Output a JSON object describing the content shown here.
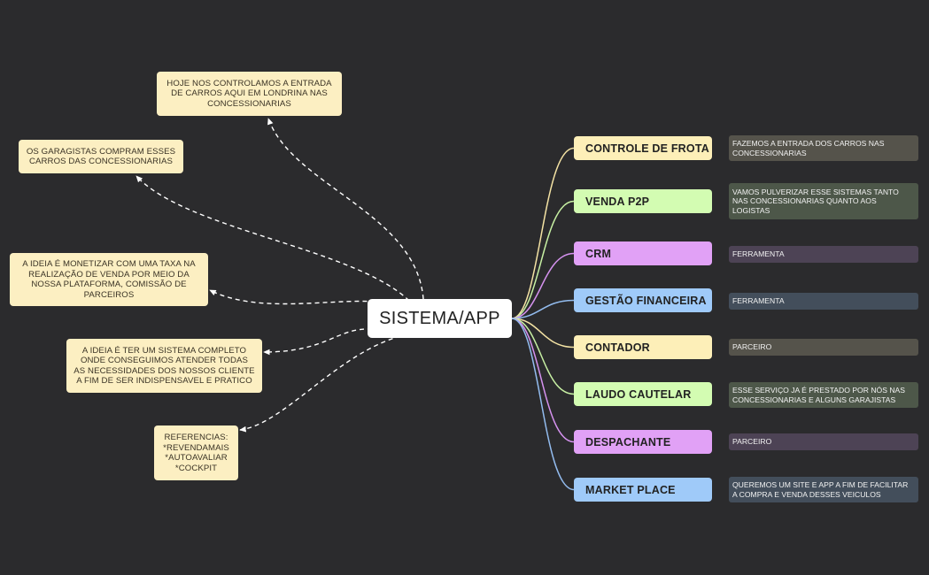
{
  "central": {
    "label": "SISTEMA/APP"
  },
  "notes": [
    {
      "id": "note-controle",
      "text": "HOJE NOS CONTROLAMOS A ENTRADA\nDE CARROS AQUI EM LONDRINA NAS\nCONCESSIONARIAS"
    },
    {
      "id": "note-garagistas",
      "text": "OS GARAGISTAS COMPRAM ESSES\nCARROS DAS CONCESSIONARIAS"
    },
    {
      "id": "note-monetizar",
      "text": "A IDEIA É MONETIZAR COM UMA TAXA NA\nREALIZAÇÃO DE VENDA POR MEIO DA\nNOSSA PLATAFORMA, COMISSÃO DE\nPARCEIROS"
    },
    {
      "id": "note-sistema-completo",
      "text": "A IDEIA É TER UM SISTEMA COMPLETO\nONDE CONSEGUIMOS ATENDER TODAS\nAS NECESSIDADES DOS NOSSOS CLIENTE\nA FIM DE SER INDISPENSAVEL E PRATICO"
    },
    {
      "id": "note-referencias",
      "text": "REFERENCIAS:\n*REVENDAMAIS\n*AUTOAVALIAR\n*COCKPIT"
    }
  ],
  "branches": [
    {
      "label": "CONTROLE DE FROTA",
      "color": "#fdefb8",
      "line": "#f4e3a4",
      "desc": "FAZEMOS A ENTRADA DOS CARROS NAS\nCONCESSIONARIAS",
      "desc_bg": "#55534b"
    },
    {
      "label": "VENDA P2P",
      "color": "#d3fcb2",
      "line": "#c7f0a3",
      "desc": "VAMOS PULVERIZAR ESSE SISTEMAS TANTO\nNAS CONCESSIONARIAS QUANTO AOS\nLOGISTAS",
      "desc_bg": "#4d5749"
    },
    {
      "label": "CRM",
      "color": "#e1a1f6",
      "line": "#d592ef",
      "desc": "FERRAMENTA",
      "desc_bg": "#4d4355"
    },
    {
      "label": "GESTÃO FINANCEIRA",
      "color": "#9fcaf9",
      "line": "#93bcef",
      "desc": "FERRAMENTA",
      "desc_bg": "#434e5b"
    },
    {
      "label": "CONTADOR",
      "color": "#fdefb8",
      "line": "#f4e3a4",
      "desc": "PARCEIRO",
      "desc_bg": "#55534b"
    },
    {
      "label": "LAUDO CAUTELAR",
      "color": "#d3fcb2",
      "line": "#c7f0a3",
      "desc": "ESSE SERVIÇO JA É PRESTADO POR NÓS NAS\nCONCESSIONARIAS E ALGUNS GARAJISTAS",
      "desc_bg": "#4d5749"
    },
    {
      "label": "DESPACHANTE",
      "color": "#e1a1f6",
      "line": "#d592ef",
      "desc": "PARCEIRO",
      "desc_bg": "#4d4355"
    },
    {
      "label": "MARKET PLACE",
      "color": "#9fcaf9",
      "line": "#93bcef",
      "desc": "QUEREMOS UM SITE E APP A FIM DE FACILITAR\nA COMPRA E VENDA DESSES VEICULOS",
      "desc_bg": "#434e5b"
    }
  ]
}
